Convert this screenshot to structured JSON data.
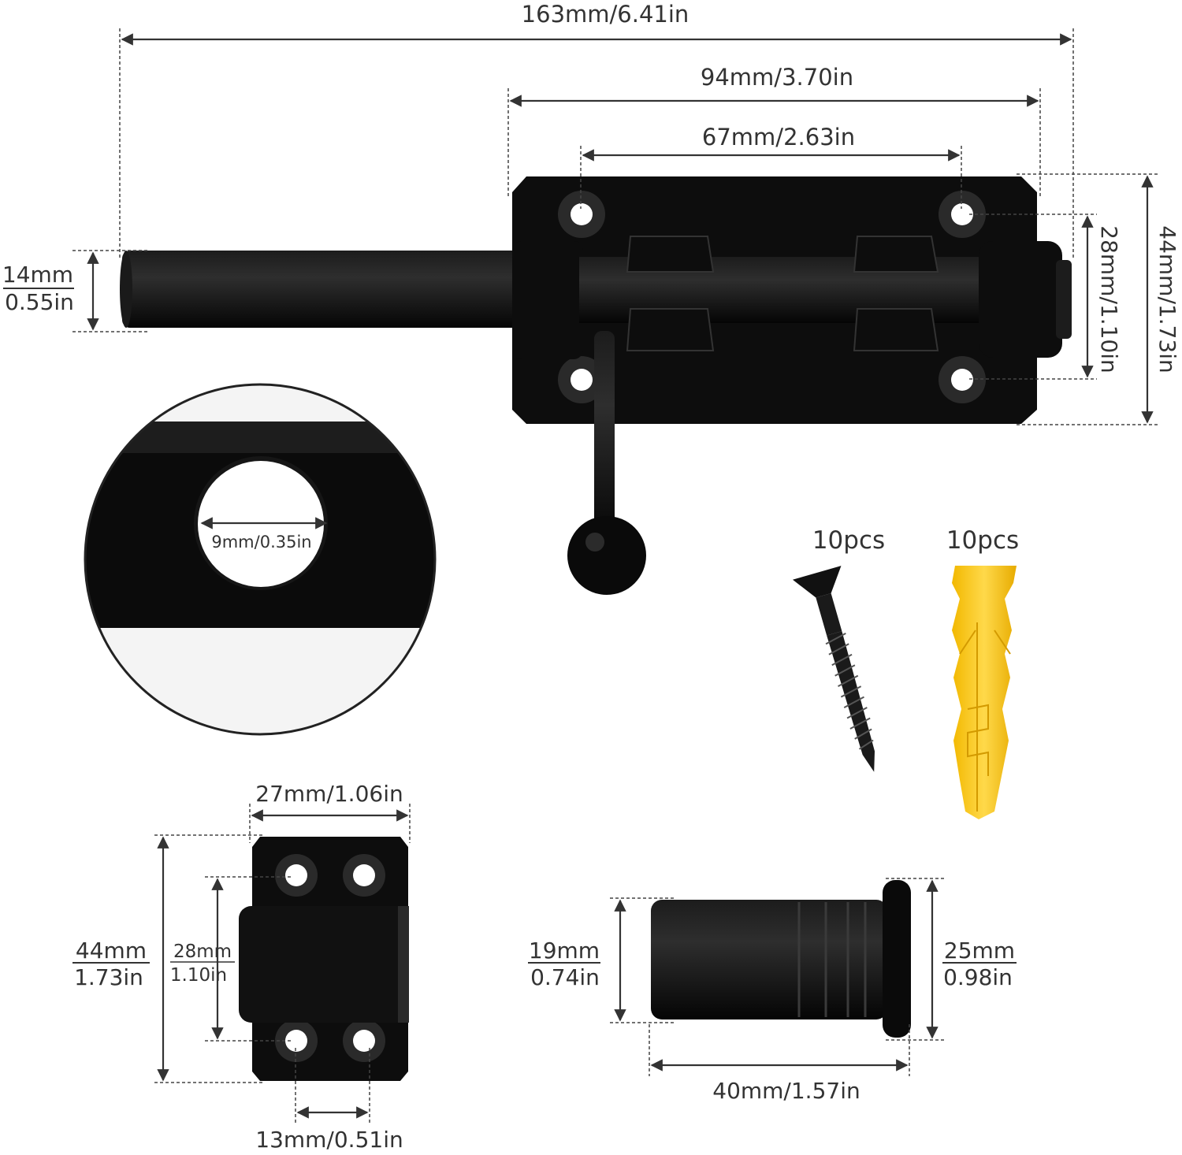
{
  "dimensions": {
    "overall_length": "163mm/6.41in",
    "plate_length": "94mm/3.70in",
    "hole_spacing": "67mm/2.63in",
    "bolt_diameter_mm": "14mm",
    "bolt_diameter_in": "0.55in",
    "plate_hole_spacing_v": "28mm/1.10in",
    "plate_height": "44mm/1.73in",
    "hole_diameter": "9mm/0.35in",
    "keeper_width": "27mm/1.06in",
    "keeper_height_mm": "44mm",
    "keeper_height_in": "1.73in",
    "keeper_hole_v_mm": "28mm",
    "keeper_hole_v_in": "1.10in",
    "keeper_hole_h": "13mm/0.51in",
    "stopper_diameter_mm": "19mm",
    "stopper_diameter_in": "0.74in",
    "stopper_flange_mm": "25mm",
    "stopper_flange_in": "0.98in",
    "stopper_length": "40mm/1.57in"
  },
  "accessories": {
    "screws_qty": "10pcs",
    "anchors_qty": "10pcs"
  },
  "colors": {
    "metal": "#0d0d0d",
    "anchor": "#f5c518",
    "text": "#333333"
  }
}
